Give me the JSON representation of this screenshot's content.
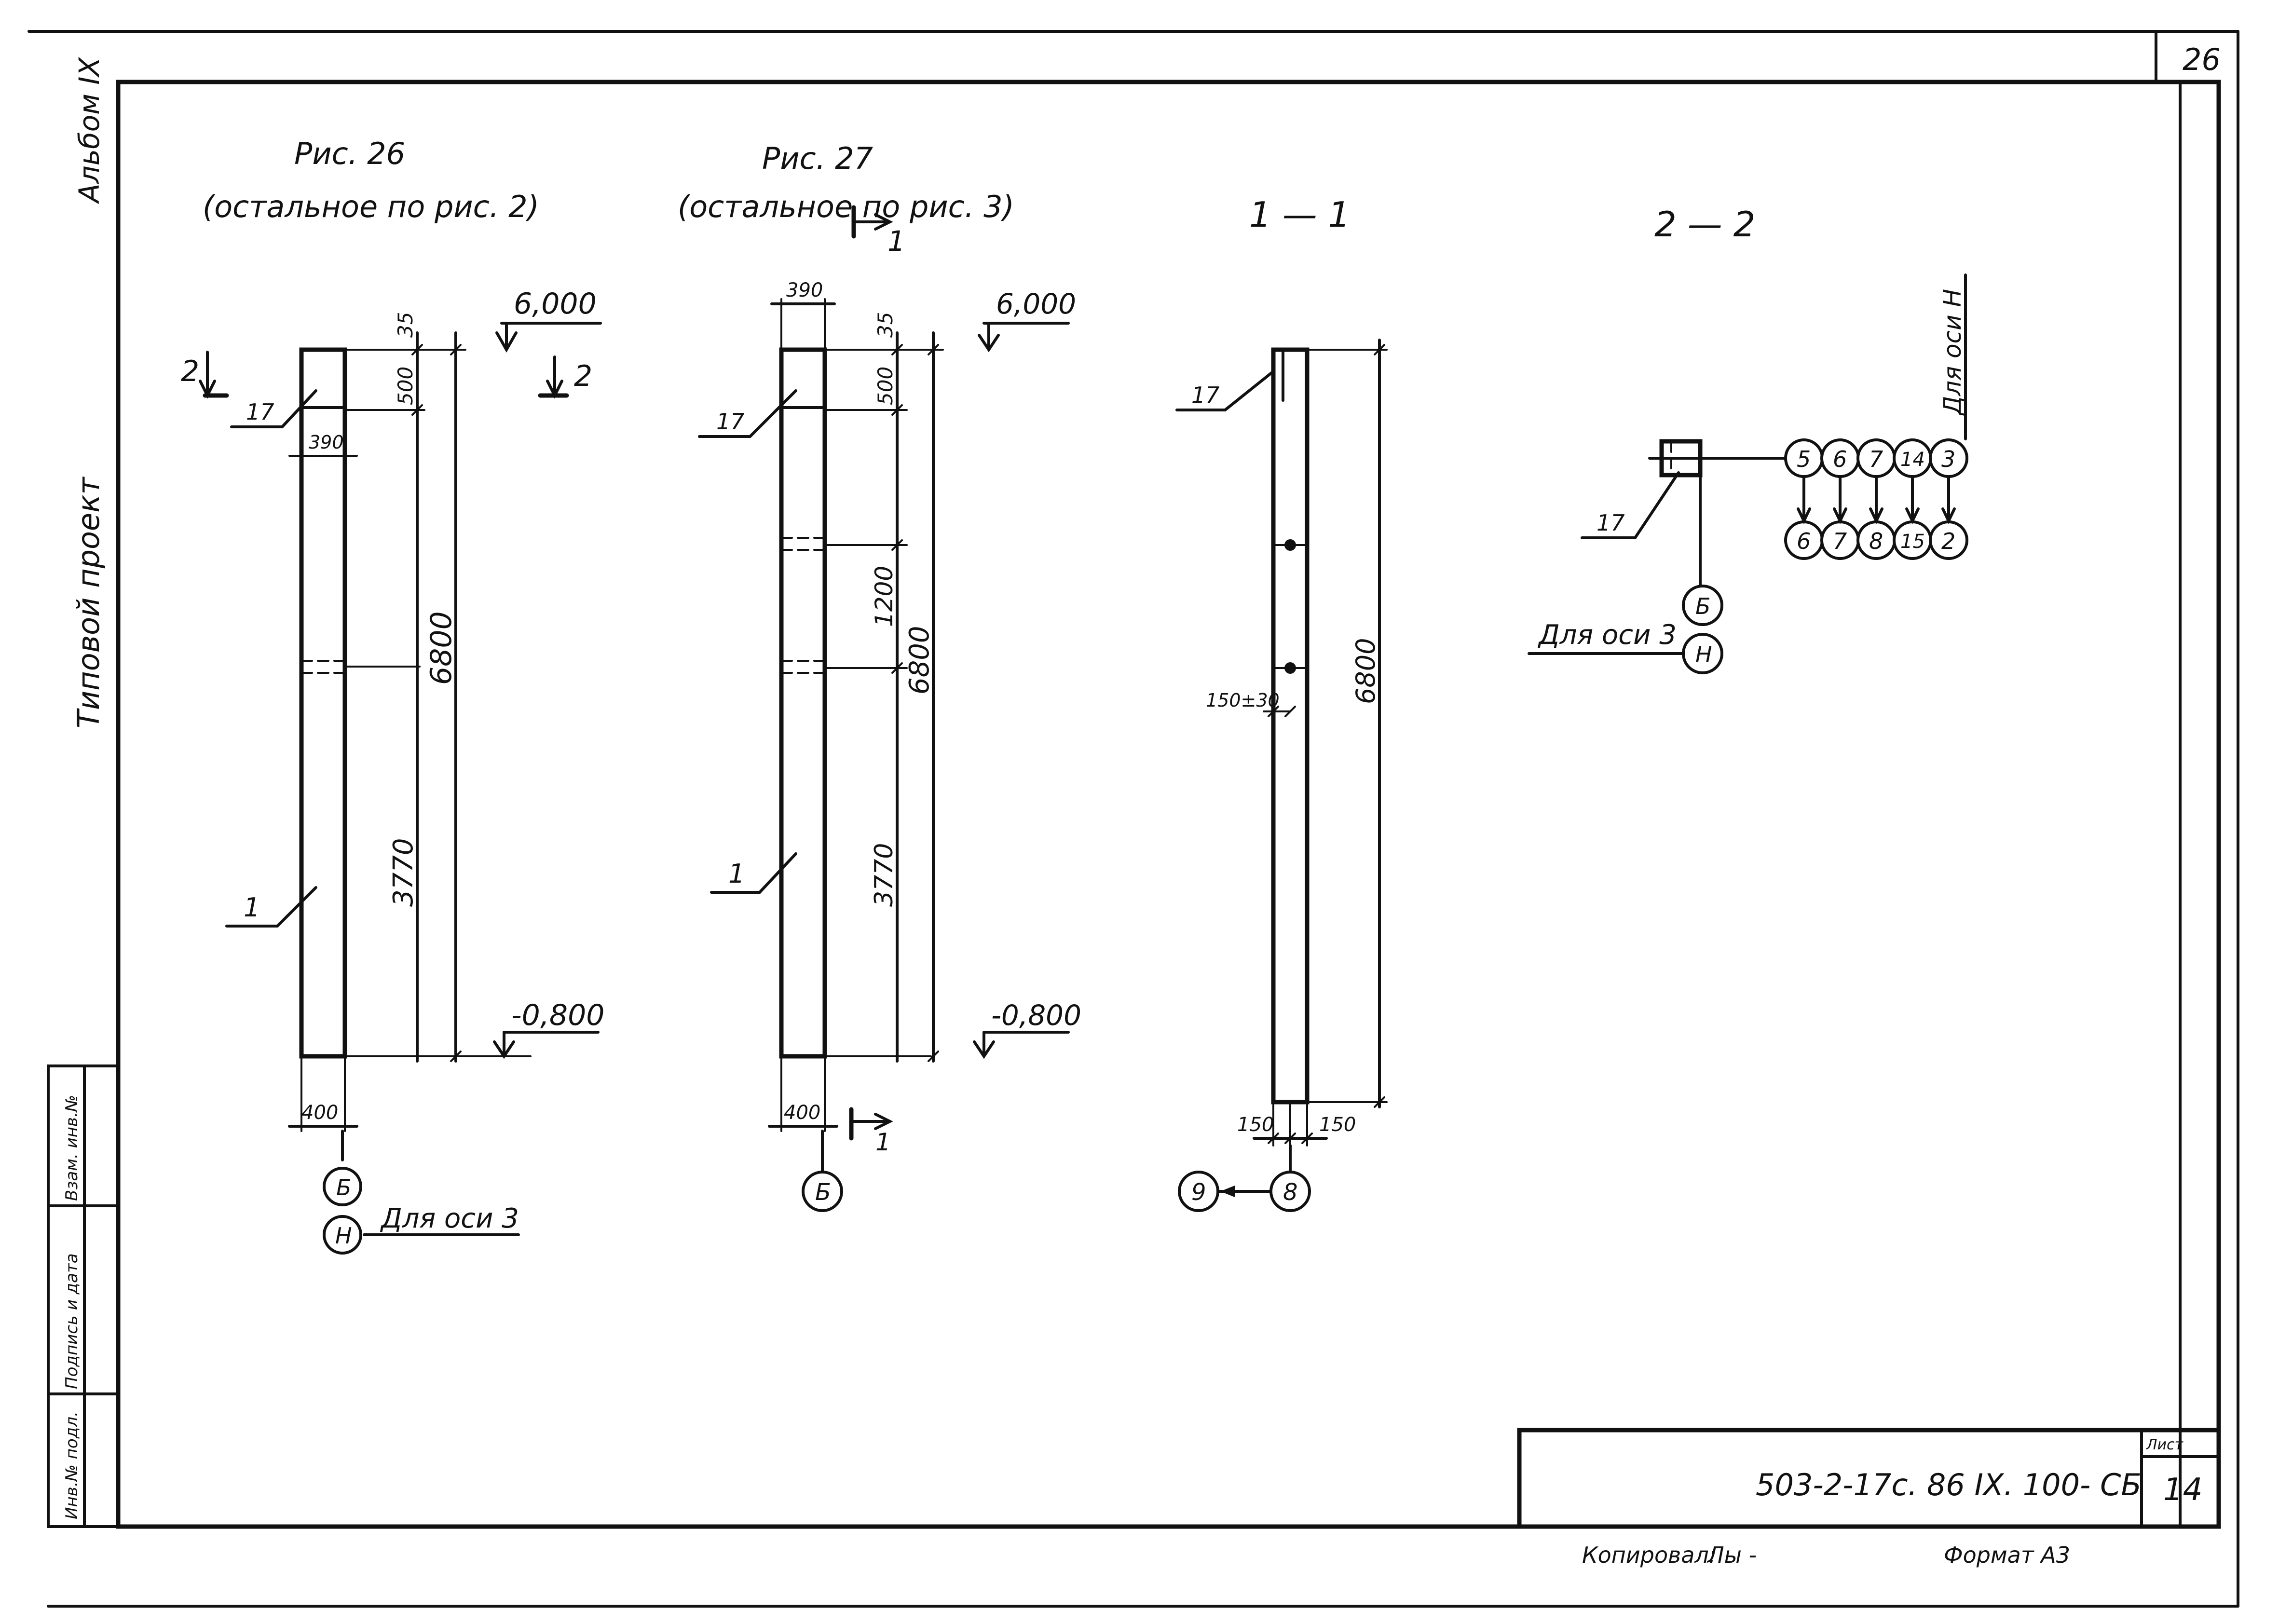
{
  "sheet": {
    "page_number": "26",
    "album_label": "Альбом IX",
    "project_label": "Типовой  проект",
    "side_stamp": [
      "Инв.№ подл.",
      "Подпись и дата",
      "Взам. инв.№"
    ],
    "title_block": {
      "code": "503-2-17с. 86  IX. 100- СБ",
      "list_label": "Лист",
      "list_number": "14",
      "copied": "Копировал:",
      "copied_sign": "Лы -",
      "format": "Формат А3"
    }
  },
  "fig26": {
    "title": "Рис.  26",
    "subtitle": "(остальное по рис. 2)",
    "mark_top": "6,000",
    "mark_bottom": "-0,800",
    "dim_35": "35",
    "dim_500": "500",
    "dim_390": "390",
    "dim_6800": "6800",
    "dim_3770": "3770",
    "dim_400": "400",
    "section_left": "2",
    "section_right": "2",
    "pos_17": "17",
    "pos_1": "1",
    "axis_b": "Б",
    "axis_n": "Н",
    "axis_note": "Для  оси 3"
  },
  "fig27": {
    "title": "Рис.  27",
    "subtitle": "(остальное  по рис. 3)",
    "mark_top": "6,000",
    "mark_bottom": "-0,800",
    "dim_390": "390",
    "dim_35": "35",
    "dim_500": "500",
    "dim_1200": "1200",
    "dim_6800": "6800",
    "dim_3770": "3770",
    "dim_400": "400",
    "section_top": "1",
    "section_bottom": "1",
    "pos_17": "17",
    "pos_1": "1",
    "axis_b": "Б"
  },
  "section11": {
    "title": "1 — 1",
    "pos_17": "17",
    "dim_6800": "6800",
    "dim_150_30": "150±30",
    "dim_150_left": "150",
    "dim_150_right": "150",
    "axis_9": "9",
    "axis_8": "8"
  },
  "section22": {
    "title": "2 — 2",
    "pos_17": "17",
    "axis_note_top": "Для  оси Н",
    "axis_note_left": "Для  оси 3",
    "axis_b": "Б",
    "axis_n": "Н",
    "row_top": [
      "5",
      "6",
      "7",
      "14",
      "3"
    ],
    "row_bottom": [
      "6",
      "7",
      "8",
      "15",
      "2"
    ]
  }
}
